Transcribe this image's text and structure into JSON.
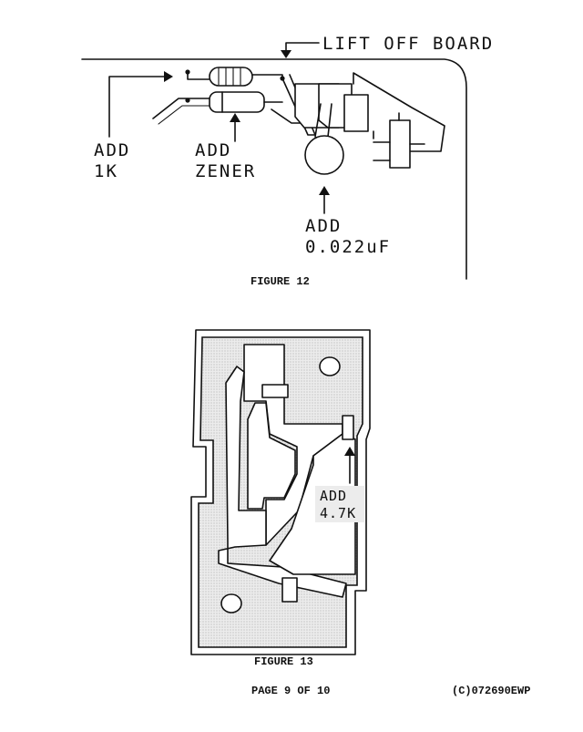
{
  "figure12": {
    "caption": "FIGURE 12",
    "lift_off_board": "LIFT OFF BOARD",
    "add_1k": [
      "ADD",
      "1K"
    ],
    "add_zener": [
      "ADD",
      "ZENER"
    ],
    "add_cap": [
      "ADD",
      "0.022uF"
    ]
  },
  "figure13": {
    "caption": "FIGURE 13",
    "add_resistor": [
      "ADD",
      "4.7K"
    ]
  },
  "footer": {
    "page": "PAGE 9 OF 10",
    "copyright": "(C)072690EWP"
  }
}
